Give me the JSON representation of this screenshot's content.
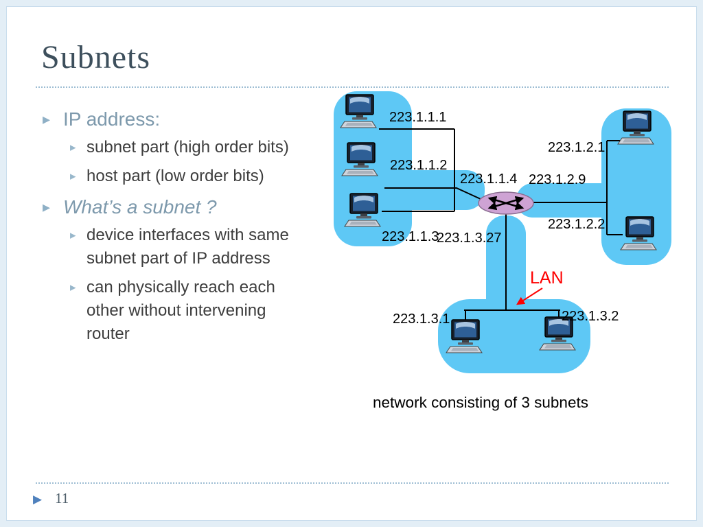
{
  "slide": {
    "title": "Subnets",
    "page_number": "11",
    "footer_bullet": "▶",
    "bullet_char": "▸"
  },
  "bullets": [
    {
      "level": 1,
      "text": "IP address:"
    },
    {
      "level": 2,
      "text": "subnet part (high order bits)"
    },
    {
      "level": 2,
      "text": "host part (low order bits)"
    },
    {
      "level": 1,
      "text": "What’s a subnet ?"
    },
    {
      "level": 2,
      "text": "device interfaces with same\nsubnet part of IP address"
    },
    {
      "level": 2,
      "text": "can physically reach each\nother without intervening\nrouter"
    }
  ],
  "diagram": {
    "labels": {
      "ip_1_1": "223.1.1.1",
      "ip_1_2": "223.1.1.2",
      "ip_1_3": "223.1.1.3",
      "ip_router_left": "223.1.1.4",
      "ip_router_right": "223.1.2.9",
      "ip_router_bottom": "223.1.3.27",
      "ip_2_1": "223.1.2.1",
      "ip_2_2": "223.1.2.2",
      "ip_3_1": "223.1.3.1",
      "ip_3_2": "223.1.3.2",
      "lan": "LAN"
    },
    "caption": "network consisting of 3 subnets",
    "colors": {
      "subnet_fill": "#5ec8f5",
      "router_fill": "#cea3d4",
      "lan_red": "#fe0000",
      "wire": "#000000"
    }
  }
}
